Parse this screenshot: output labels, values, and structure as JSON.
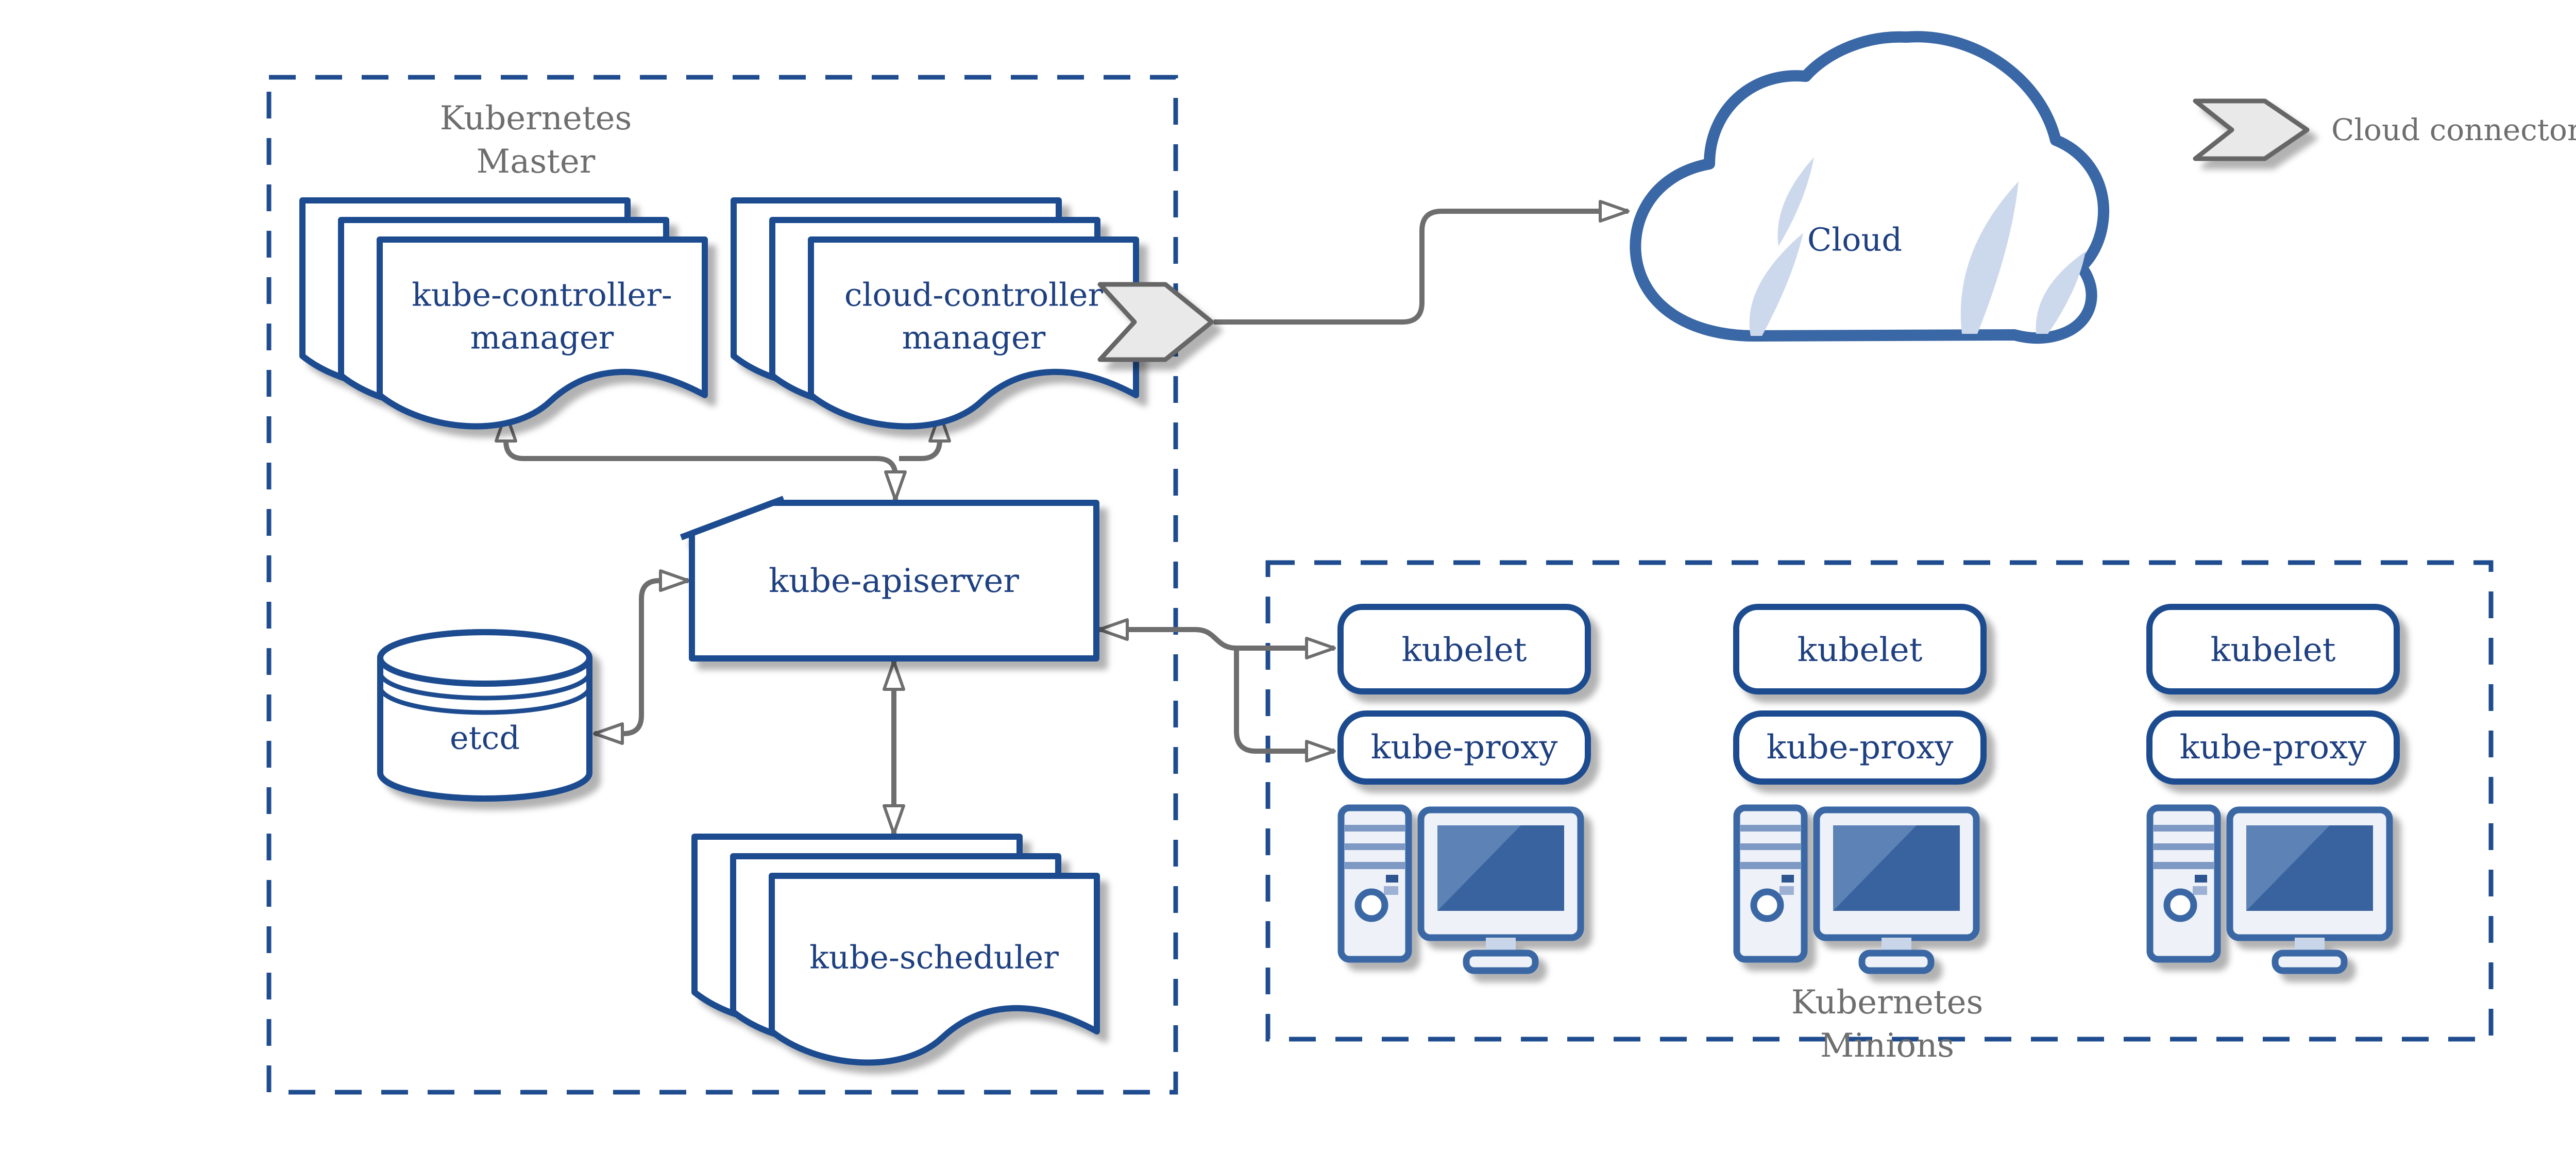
{
  "colors": {
    "stroke_blue": "#1f4c8f",
    "text_blue": "#1e4080",
    "icon_blue": "#3a67a5",
    "screen_blue": "#39649e",
    "screen_highlight": "#5d83b6",
    "band_blue": "#7e99c4",
    "cloud_shine_blue": "#ccd9ec",
    "pc_body": "#eef2f8",
    "gray_text": "#6e6e6e",
    "arrow_gray": "#6e6e6e",
    "connector_fill": "#e9e9e9",
    "shadow": "rgba(0,0,0,0.30)"
  },
  "master": {
    "label_line1": "Kubernetes",
    "label_line2": "Master",
    "kube_controller_manager": {
      "line1": "kube-controller-",
      "line2": "manager",
      "icon": "document-stack-icon"
    },
    "cloud_controller_manager": {
      "line1": "cloud-controller",
      "line2": "manager",
      "icon": "document-stack-icon"
    },
    "kube_apiserver": {
      "label": "kube-apiserver",
      "icon": "card-shape"
    },
    "etcd": {
      "label": "etcd",
      "icon": "database-cylinder-icon"
    },
    "kube_scheduler": {
      "label": "kube-scheduler",
      "icon": "document-stack-icon"
    }
  },
  "cloud": {
    "label": "Cloud",
    "icon": "cloud-icon"
  },
  "legend": {
    "label": "Cloud connector",
    "icon": "cloud-connector-icon"
  },
  "minions": {
    "label_line1": "Kubernetes",
    "label_line2": "Minions",
    "columns": [
      {
        "kubelet": "kubelet",
        "kube_proxy": "kube-proxy",
        "icon": "computer-icon"
      },
      {
        "kubelet": "kubelet",
        "kube_proxy": "kube-proxy",
        "icon": "computer-icon"
      },
      {
        "kubelet": "kubelet",
        "kube_proxy": "kube-proxy",
        "icon": "computer-icon"
      }
    ]
  }
}
